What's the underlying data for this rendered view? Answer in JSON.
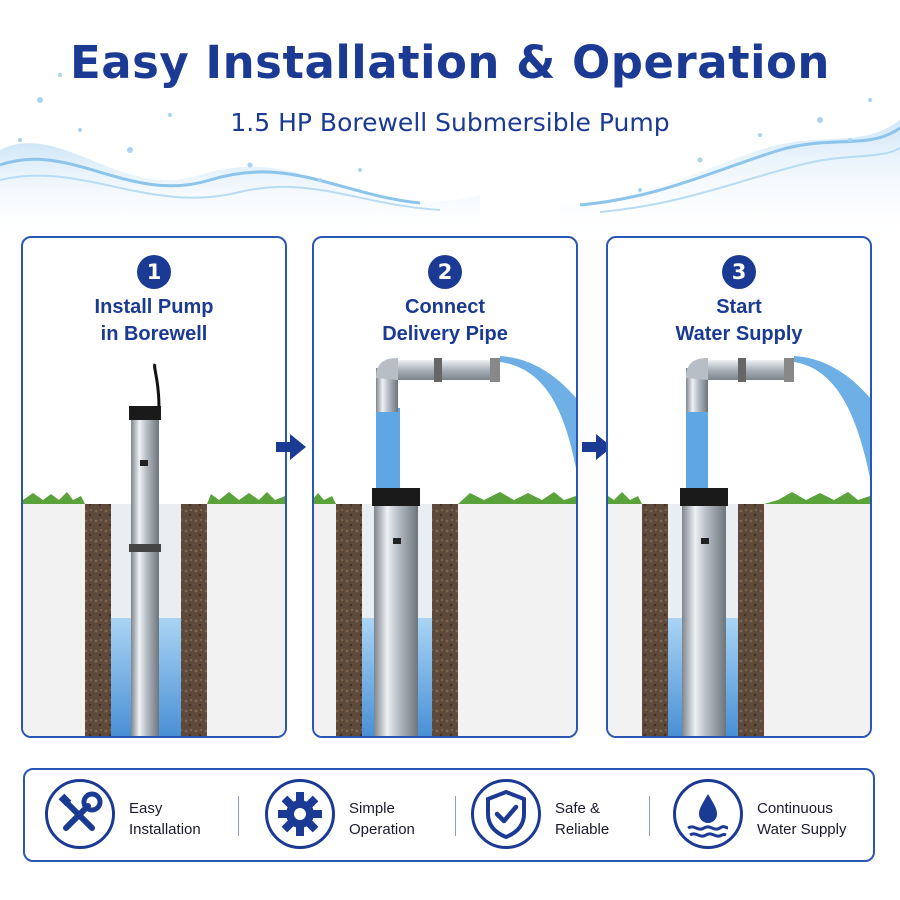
{
  "header": {
    "title": "Easy Installation & Operation",
    "subtitle": "1.5 HP Borewell Submersible Pump"
  },
  "steps": [
    {
      "number": "1",
      "label_line1": "Install Pump",
      "label_line2": "in Borewell"
    },
    {
      "number": "2",
      "label_line1": "Connect",
      "label_line2": "Delivery Pipe"
    },
    {
      "number": "3",
      "label_line1": "Start",
      "label_line2": "Water Supply"
    }
  ],
  "features": [
    {
      "line1": "Easy",
      "line2": "Installation",
      "icon": "wrench-screwdriver-icon"
    },
    {
      "line1": "Simple",
      "line2": "Operation",
      "icon": "gear-icon"
    },
    {
      "line1": "Safe &",
      "line2": "Reliable",
      "icon": "shield-check-icon"
    },
    {
      "line1": "Continuous",
      "line2": "Water Supply",
      "icon": "water-drop-icon"
    }
  ],
  "colors": {
    "brand_blue": "#1b3a93",
    "border_blue": "#2a56b5",
    "water_blue": "#4a9be0",
    "soil_brown": "#5e4a3a",
    "grass_green": "#5aa23a"
  }
}
